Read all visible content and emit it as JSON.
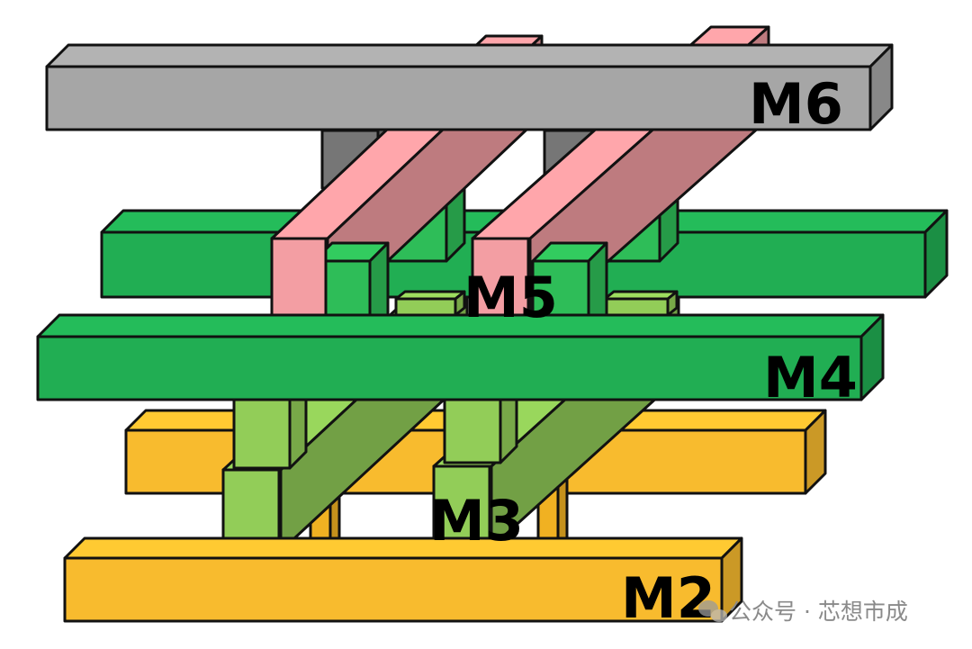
{
  "diagram": {
    "labels": {
      "m6": "M6",
      "m5": "M5",
      "m4": "M4",
      "m3": "M3",
      "m2": "M2"
    },
    "watermark": {
      "text": "公众号 · 芯想市成",
      "icon": "wechat-logo-icon"
    },
    "colors": {
      "m6": "#a6a6a6",
      "m5": "#f39ea3",
      "m4": "#21ae53",
      "m3": "#92cd58",
      "m2": "#f8bb2e",
      "via56": "#767676",
      "via45": "#2ebd58",
      "via34": "#92cd58",
      "via23": "#f0b122",
      "outline": "#111111"
    }
  }
}
